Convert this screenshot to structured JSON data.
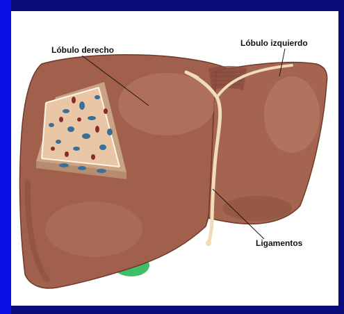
{
  "labels": {
    "right_lobe": "Lóbulo derecho",
    "left_lobe": "Lóbulo izquierdo",
    "ligaments": "Ligamentos"
  },
  "colors": {
    "background_dark": "#0a0a7a",
    "left_strip": "#0a10e6",
    "panel": "#ffffff",
    "liver": "#a0604c",
    "liver_shade": "#7e4636",
    "liver_highlight": "#c98e7c",
    "ligament": "#f0dcb8",
    "gallbladder": "#3fbf6a",
    "cutaway_bg": "#e9c7a6",
    "cells_blue": "#3a6f9a",
    "cells_red": "#8a2a2a"
  }
}
